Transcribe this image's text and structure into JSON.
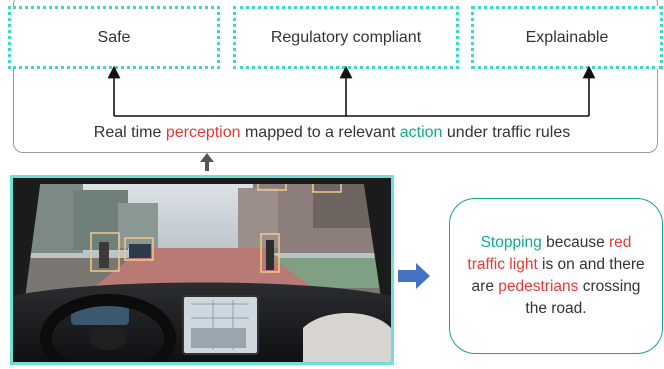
{
  "properties": [
    {
      "label": "Safe"
    },
    {
      "label": "Regulatory compliant"
    },
    {
      "label": "Explainable"
    }
  ],
  "caption": {
    "part1": "Real time ",
    "perception": "perception",
    "part2": " mapped to a relevant ",
    "action": "action",
    "part3": " under traffic rules"
  },
  "explanation": {
    "stopping": "Stopping",
    "part1": " because ",
    "red_traffic_light": "red traffic light",
    "part2": " is on and there are ",
    "pedestrians": "pedestrians",
    "part3": " crossing the road."
  },
  "colors": {
    "dotted_border": "#3fd7c6",
    "highlight_red": "#e53935",
    "highlight_teal": "#14a88e",
    "arrow_blue": "#4472c4",
    "detection_box": "#f2c88a"
  }
}
